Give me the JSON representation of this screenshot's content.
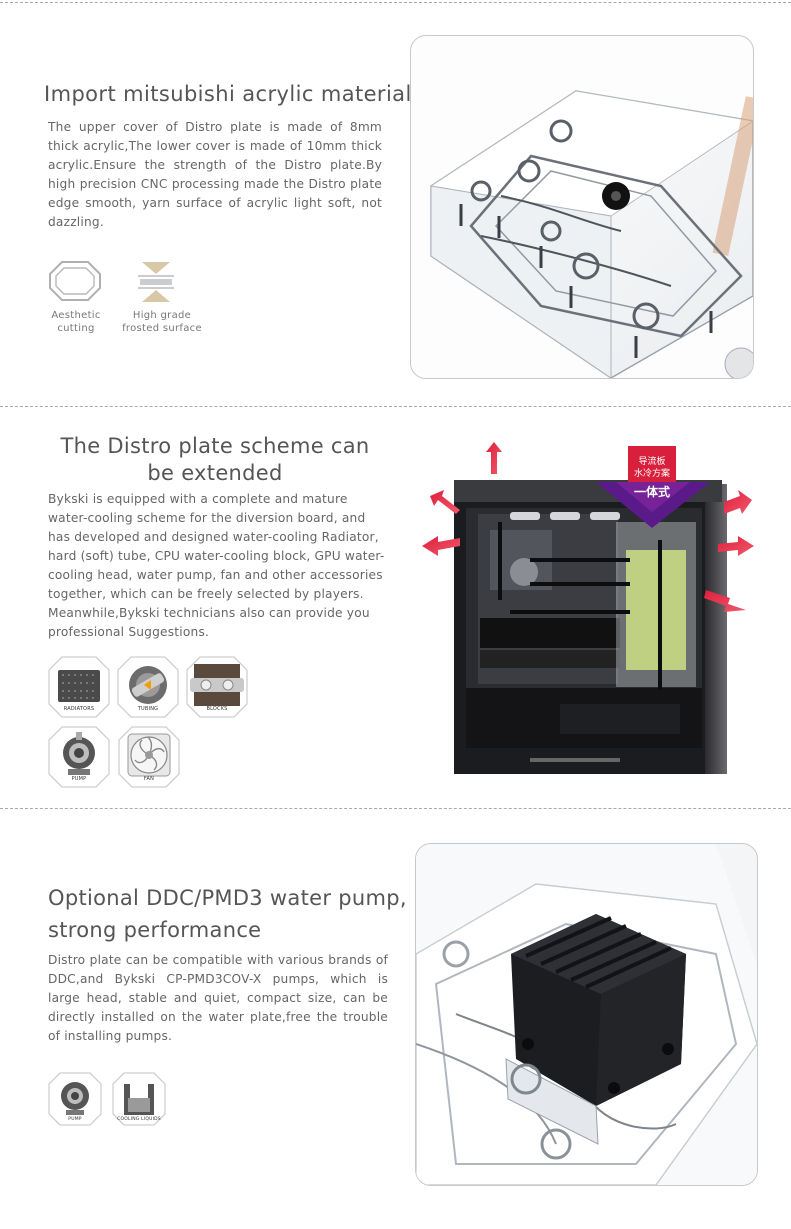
{
  "section1": {
    "title": "Import mitsubishi acrylic material",
    "body": "The upper cover of Distro plate is made of 8mm thick acrylic,The lower cover is made of 10mm thick acrylic.Ensure the strength of the Distro plate.By high precision CNC processing made the Distro plate edge smooth, yarn surface of acrylic light soft, not dazzling.",
    "features": [
      {
        "label_line1": "Aesthetic",
        "label_line2": "cutting",
        "icon": "hexagon-cutting-icon"
      },
      {
        "label_line1": "High grade",
        "label_line2": "frosted surface",
        "icon": "frosted-surface-icon"
      }
    ]
  },
  "section2": {
    "title_line1": "The Distro plate scheme can",
    "title_line2": "be extended",
    "body": "Bykski is equipped with a complete and mature water-cooling scheme for the diversion board, and has developed and designed water-cooling Radiator, hard (soft) tube, CPU water-cooling block, GPU water-cooling head, water pump, fan and other accessories together, which can be freely selected by players. Meanwhile,Bykski technicians also can provide you professional Suggestions.",
    "tiles": [
      {
        "label": "RADIATORS",
        "icon": "radiator-icon"
      },
      {
        "label": "TUBING",
        "icon": "tubing-icon"
      },
      {
        "label": "BLOCKS",
        "icon": "block-icon"
      },
      {
        "label": "PUMP",
        "icon": "pump-icon"
      },
      {
        "label": "FAN",
        "icon": "fan-icon"
      }
    ],
    "banner_line1": "导流板",
    "banner_line2": "水冷方案",
    "banner_line3": "一体式",
    "accent_red": "#e01e3c",
    "accent_purple": "#6a1a8c"
  },
  "section3": {
    "title_line1": "Optional DDC/PMD3 water pump,",
    "title_line2": "strong performance",
    "body": "Distro plate can be compatible with various brands of DDC,and Bykski CP-PMD3COV-X pumps, which is large head, stable and quiet, compact size, can be directly installed on the water plate,free the trouble of installing pumps.",
    "tiles": [
      {
        "label": "PUMP",
        "icon": "pump-icon"
      },
      {
        "label": "COOLING LIQUIDS",
        "icon": "cooling-liquid-icon"
      }
    ]
  }
}
